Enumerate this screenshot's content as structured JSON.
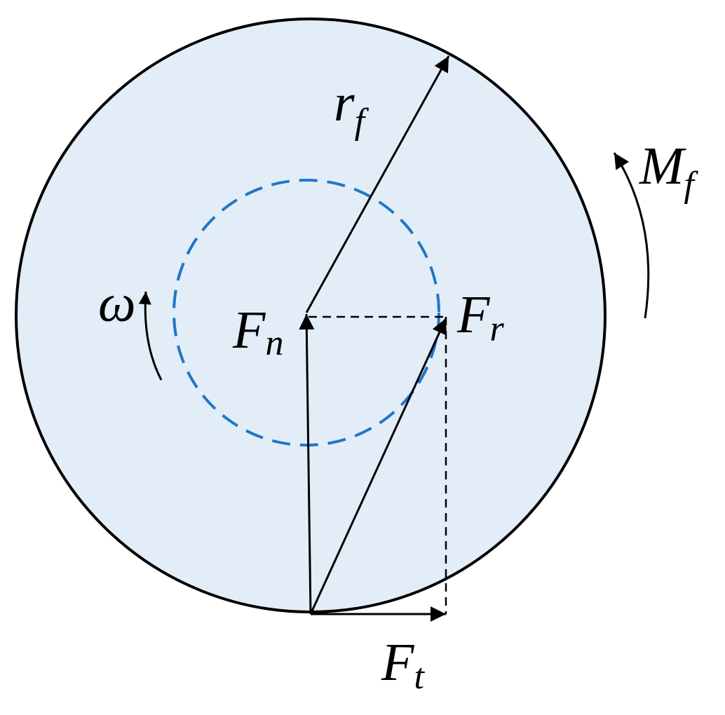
{
  "labels": {
    "radius": {
      "main": "r",
      "sub": "f"
    },
    "moment": {
      "main": "M",
      "sub": "f"
    },
    "omega": {
      "main": "ω"
    },
    "normal_force": {
      "main": "F",
      "sub": "n"
    },
    "radial_force": {
      "main": "F",
      "sub": "r"
    },
    "tangential_force": {
      "main": "F",
      "sub": "t"
    }
  },
  "colors": {
    "wheel_fill": "#e3edf8",
    "outline": "#000000",
    "inner_dashed_circle": "#1f77c9"
  }
}
